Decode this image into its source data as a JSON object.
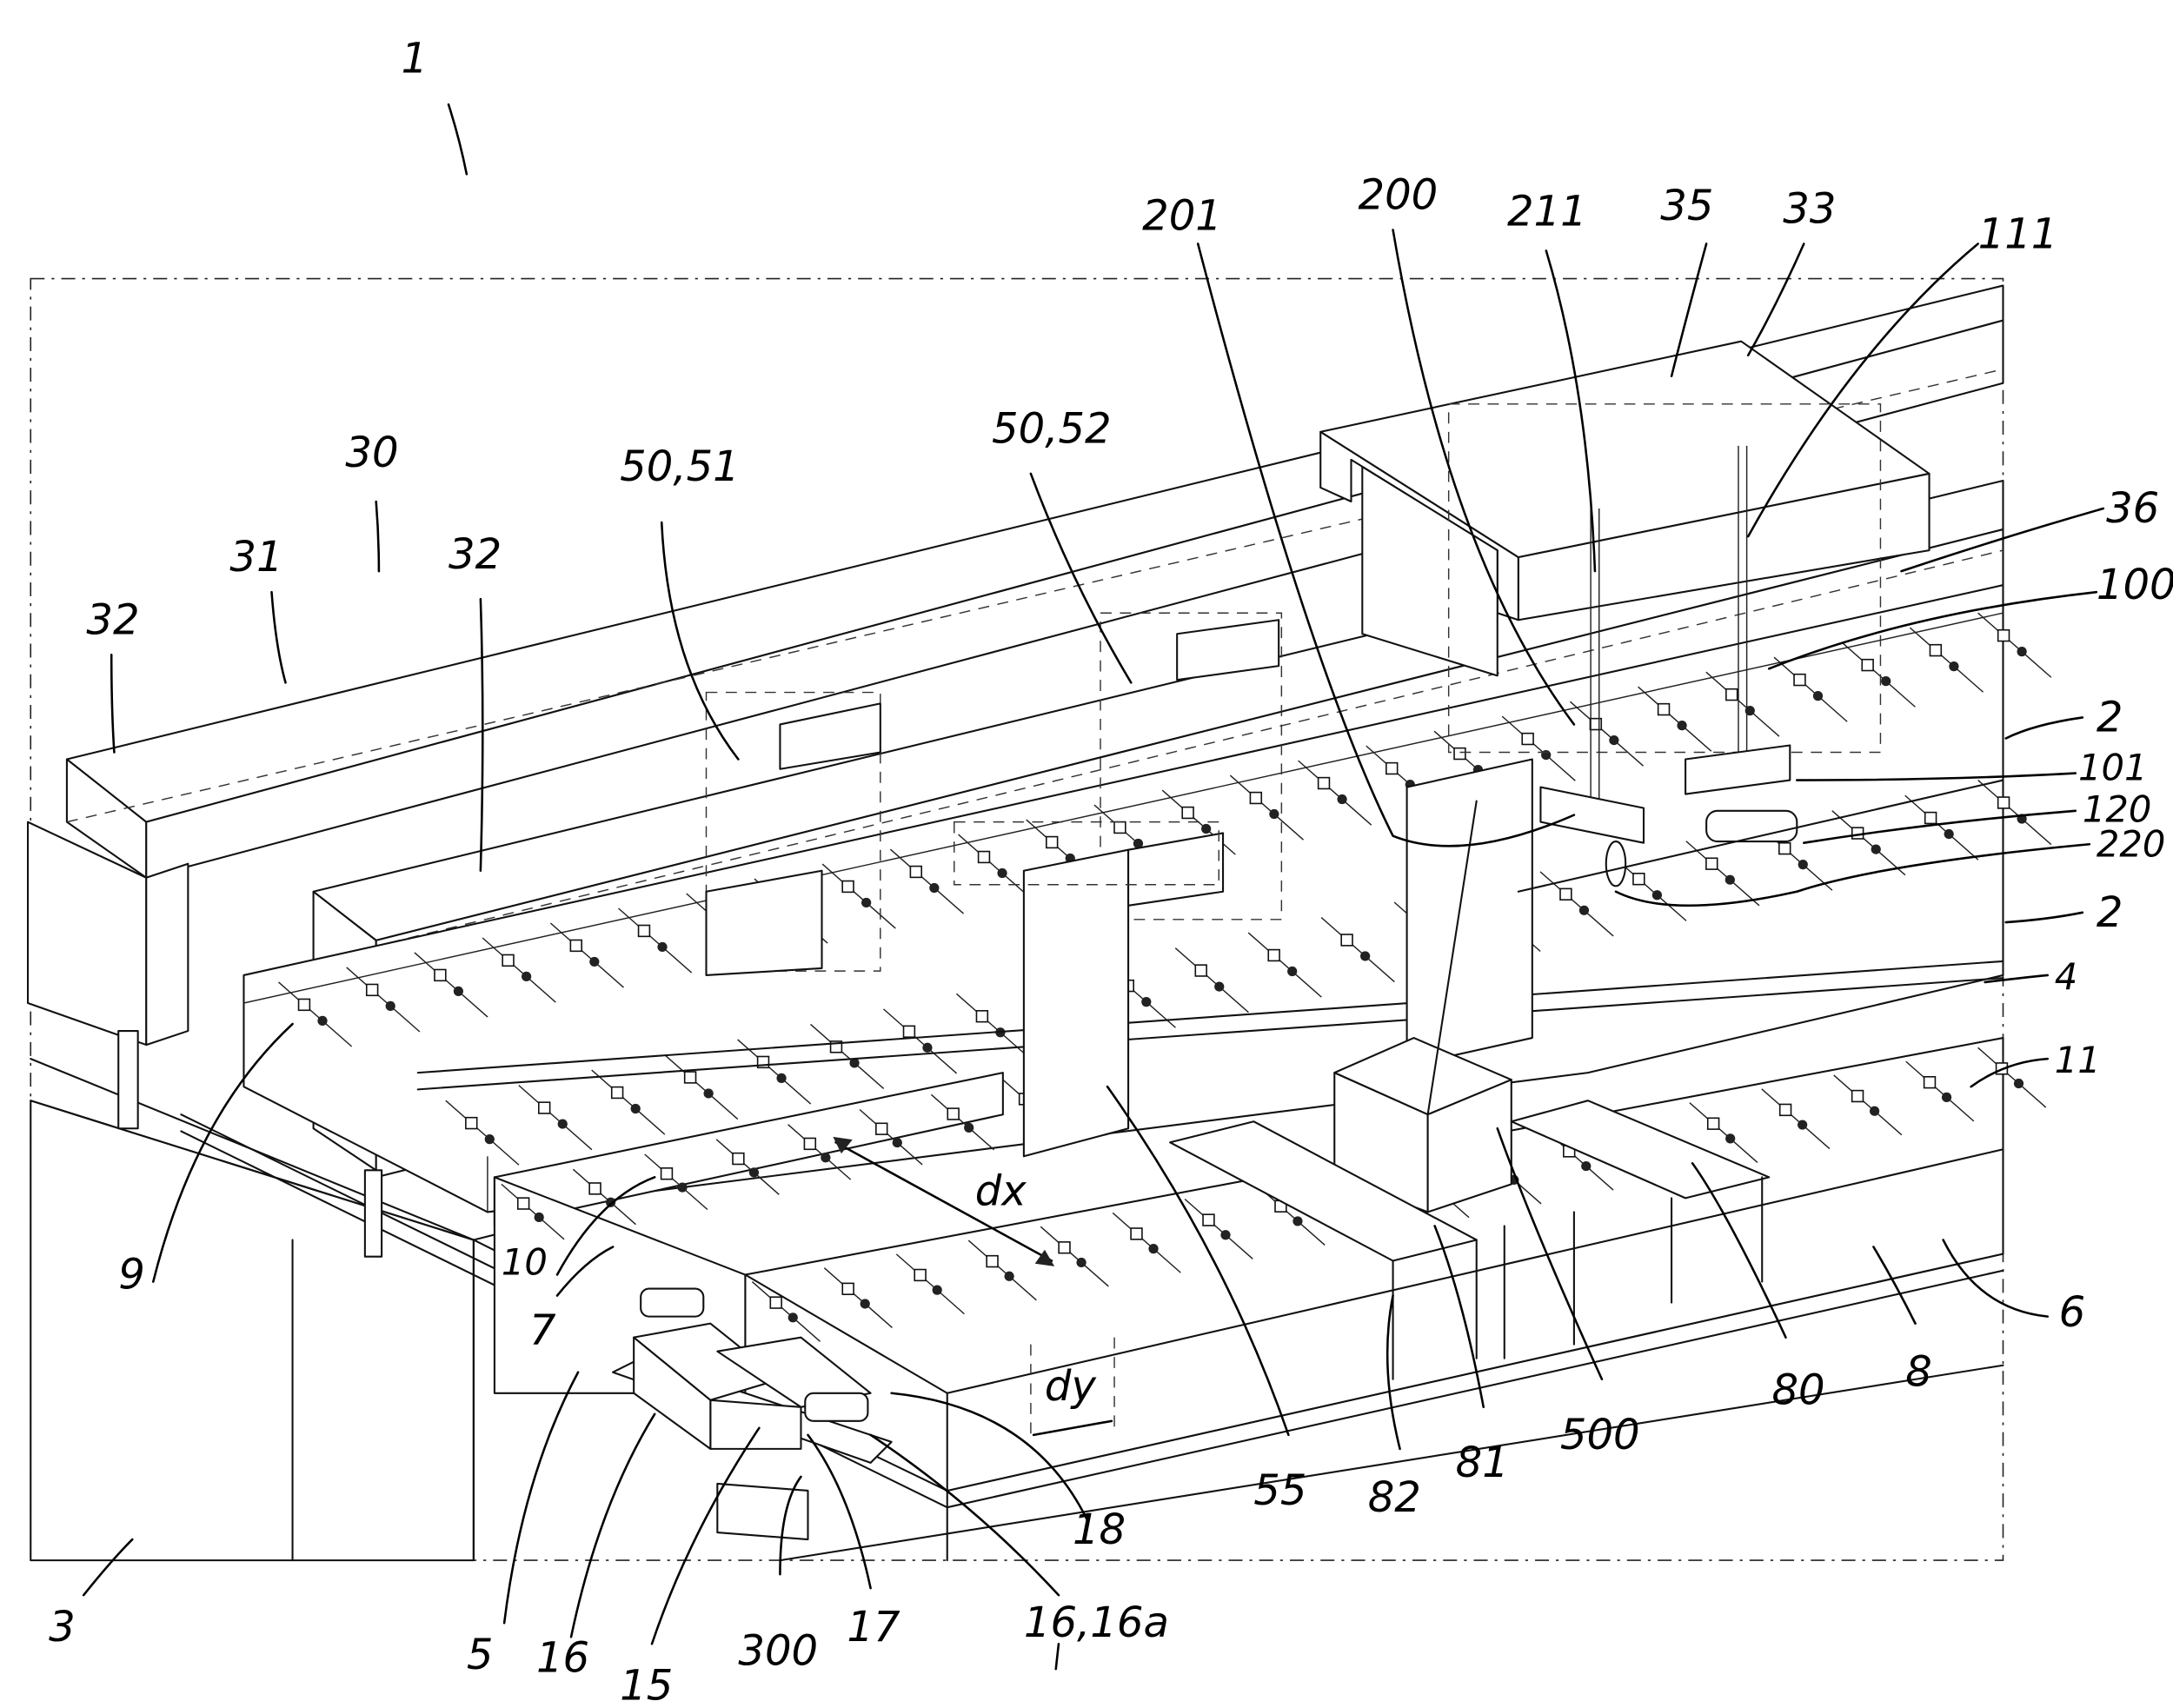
{
  "figure": {
    "title": "Patent drawing — perspective view of installation",
    "frame_style": "dash-dot boundary",
    "line_color": "#111111",
    "background": "#ffffff"
  },
  "labels": {
    "l1": "1",
    "l30": "30",
    "l31": "31",
    "l32a": "32",
    "l32b": "32",
    "l50_51": "50,51",
    "l50_52": "50,52",
    "l201": "201",
    "l200": "200",
    "l211": "211",
    "l35": "35",
    "l33": "33",
    "l111": "111",
    "l36": "36",
    "l100": "100",
    "l2a": "2",
    "l101": "101",
    "l120": "120",
    "l220": "220",
    "l2b": "2",
    "l4": "4",
    "l11": "11",
    "l6": "6",
    "l9": "9",
    "l10": "10",
    "l7": "7",
    "dx": "dx",
    "dy": "dy",
    "l5": "5",
    "l16": "16",
    "l15": "15",
    "l300": "300",
    "l17": "17",
    "l16_16a": "16,16a",
    "l18": "18",
    "l3": "3",
    "l55": "55",
    "l82": "82",
    "l81": "81",
    "l500": "500",
    "l80": "80",
    "l8": "8"
  }
}
